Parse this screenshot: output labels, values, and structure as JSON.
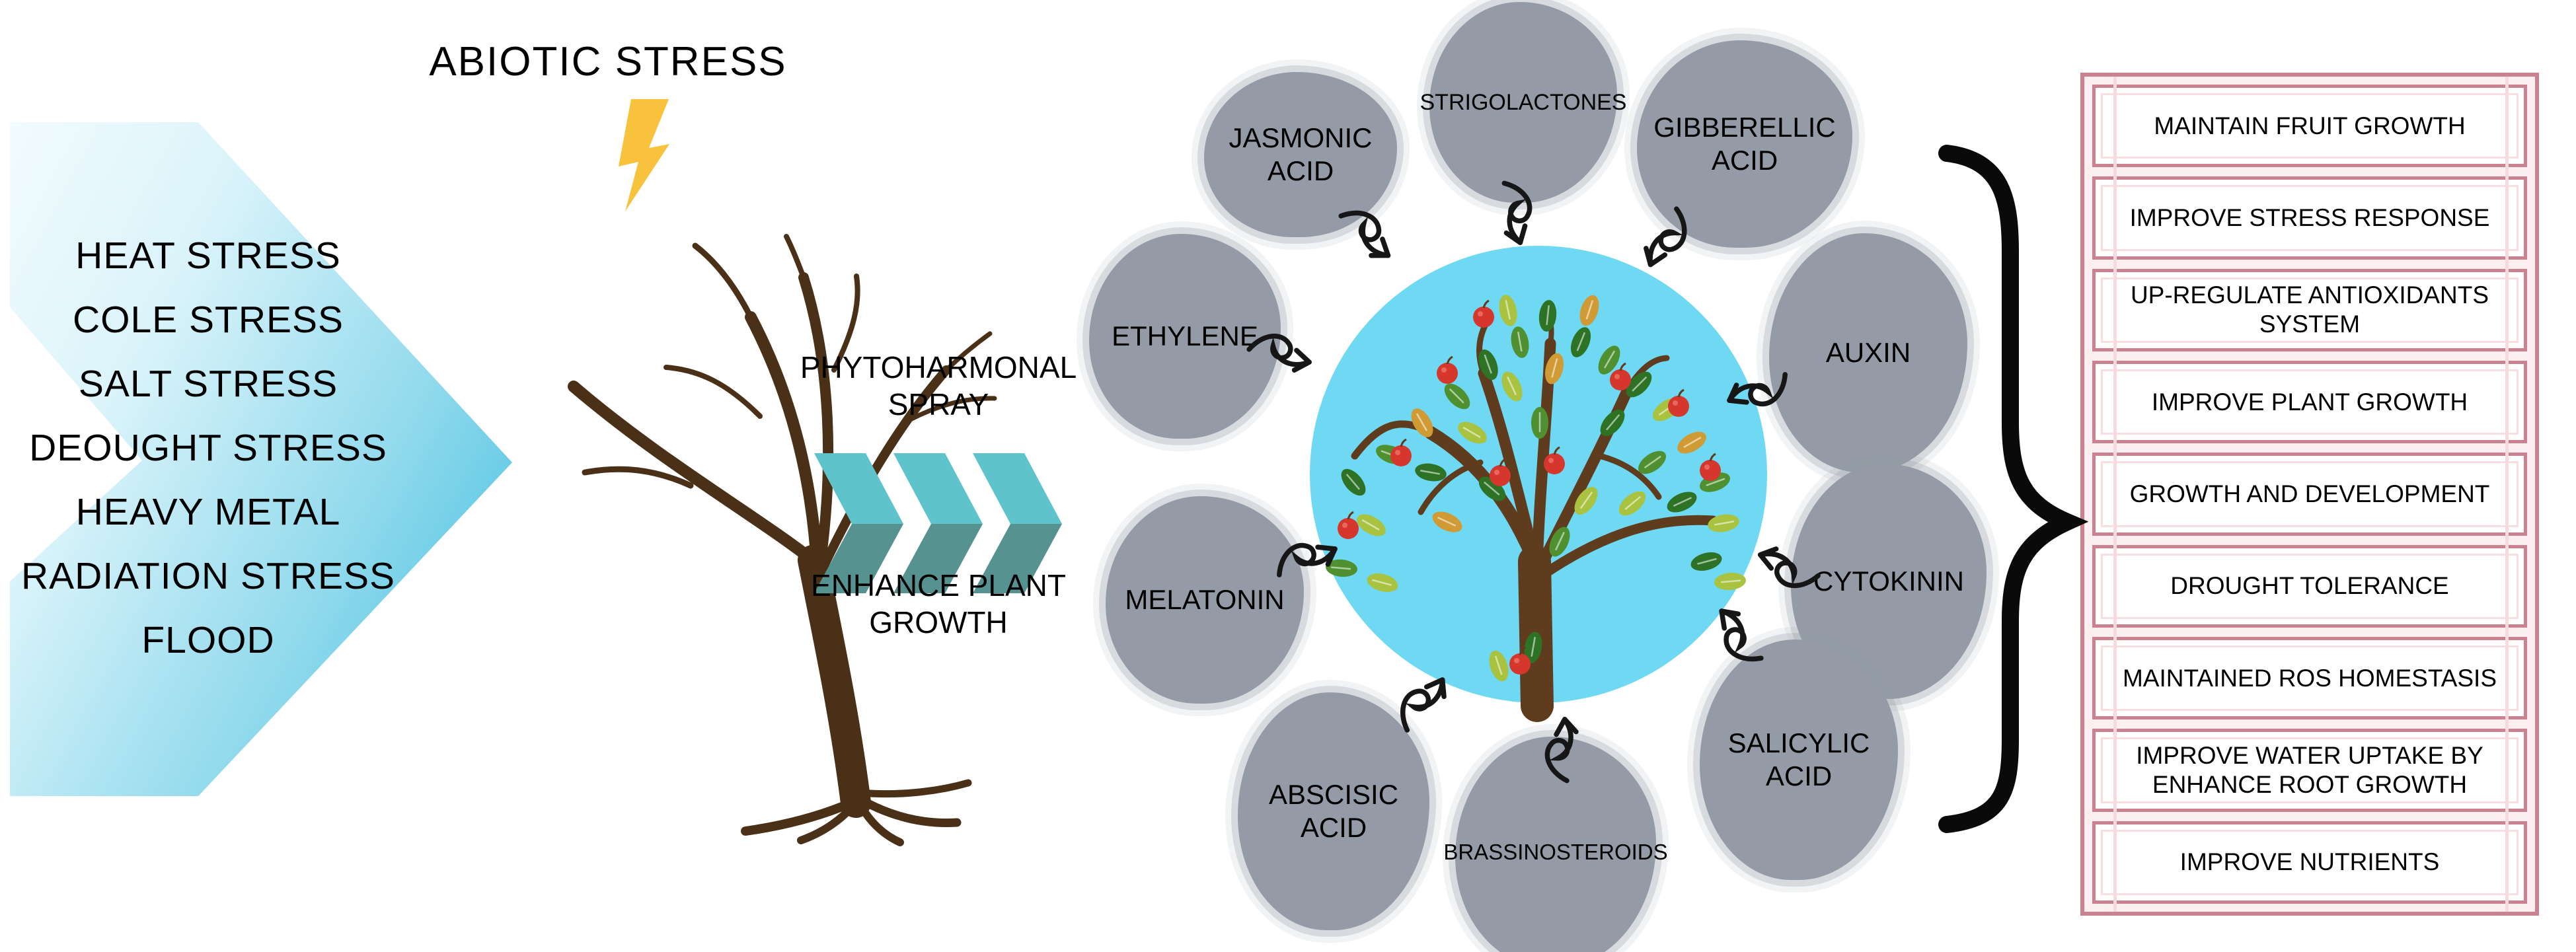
{
  "title": "ABIOTIC STRESS",
  "stress_list": [
    "HEAT STRESS",
    "COLE STRESS",
    "SALT STRESS",
    "DEOUGHT STRESS",
    "HEAVY METAL",
    "RADIATION STRESS",
    "FLOOD"
  ],
  "spray": {
    "top": "PHYTOHARMONAL SPRAY",
    "bottom": "ENHANCE PLANT GROWTH"
  },
  "hormones": [
    {
      "label": "ETHYLENE"
    },
    {
      "label": "JASMONIC ACID"
    },
    {
      "label": "STRIGOLACTONES"
    },
    {
      "label": "GIBBERELLIC ACID"
    },
    {
      "label": "AUXIN"
    },
    {
      "label": "CYTOKININ"
    },
    {
      "label": "SALICYLIC ACID"
    },
    {
      "label": "BRASSINOSTEROIDS"
    },
    {
      "label": "ABSCISIC ACID"
    },
    {
      "label": "MELATONIN"
    }
  ],
  "benefits": [
    "MAINTAIN FRUIT GROWTH",
    "IMPROVE STRESS RESPONSE",
    "UP-REGULATE ANTIOXIDANTS SYSTEM",
    "IMPROVE PLANT GROWTH",
    "GROWTH AND DEVELOPMENT",
    "DROUGHT TOLERANCE",
    "MAINTAINED ROS HOMESTASIS",
    "IMPROVE WATER UPTAKE BY ENHANCE ROOT GROWTH",
    "IMPROVE NUTRIENTS"
  ],
  "colors": {
    "arrow_gradient_start": "#f4fcfe",
    "arrow_gradient_end": "#2ab7dc",
    "lightning_yellow": "#f9c23c",
    "dead_tree_brown": "#4a3017",
    "chevron_light": "#5fc3cb",
    "chevron_dark": "#569290",
    "center_circle_blue": "#6fd8f2",
    "hormone_circle_gray": "#949ba7",
    "tree_trunk_brown": "#5e3c1d",
    "apple_red": "#d5372d",
    "leaf_dark_green": "#2e7226",
    "leaf_mid_green": "#4f9130",
    "leaf_yellow_green": "#a9c23f",
    "leaf_orange": "#d09a35",
    "benefit_border_rose": "#ca8290",
    "benefit_border_light_pink": "#f8dee2",
    "brace_black": "#0a0a0a"
  }
}
